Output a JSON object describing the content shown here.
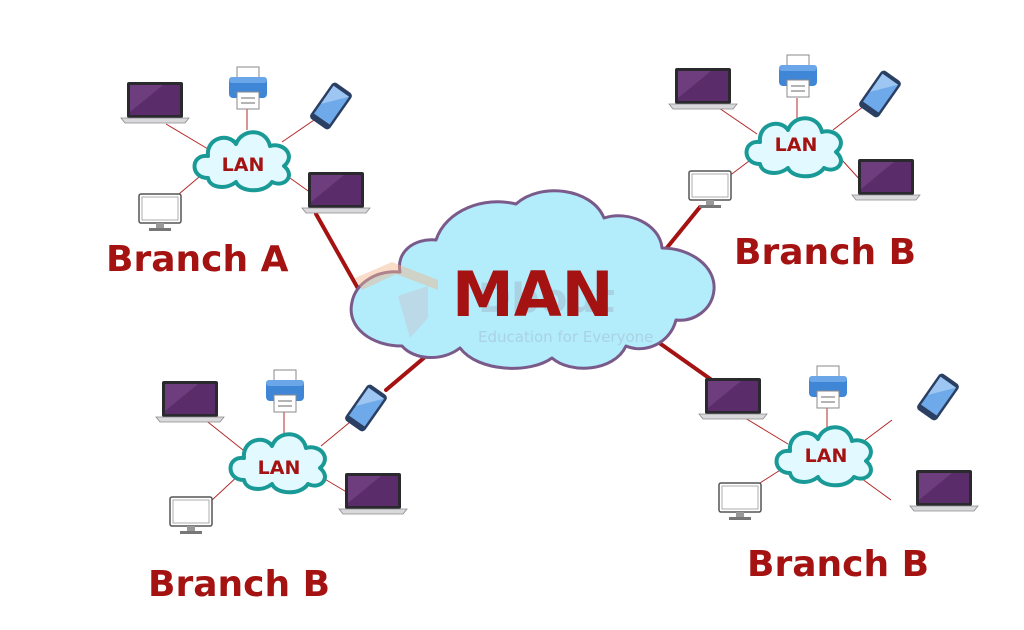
{
  "colors": {
    "label": "#a51212",
    "link": "#a51212",
    "man_cloud_fill": "#b3ecfb",
    "man_cloud_stroke": "#7a5a8a",
    "lan_cloud_fill": "#e2f9ff",
    "lan_cloud_stroke": "#1a9a96",
    "laptop_screen": "#5a2d6a",
    "phone_screen": "#6ea9ea",
    "printer": "#3f86d6"
  },
  "man": {
    "label": "MAN"
  },
  "lan_label": "LAN",
  "branches": [
    {
      "id": "top-left",
      "label": "Branch A"
    },
    {
      "id": "top-right",
      "label": "Branch B"
    },
    {
      "id": "bottom-left",
      "label": "Branch B"
    },
    {
      "id": "bottom-right",
      "label": "Branch B"
    }
  ],
  "watermark": {
    "brand": "Dbout",
    "tagline": "Education for Everyone"
  },
  "icons": [
    "cloud-icon",
    "laptop-icon",
    "printer-icon",
    "phone-icon",
    "monitor-icon"
  ]
}
